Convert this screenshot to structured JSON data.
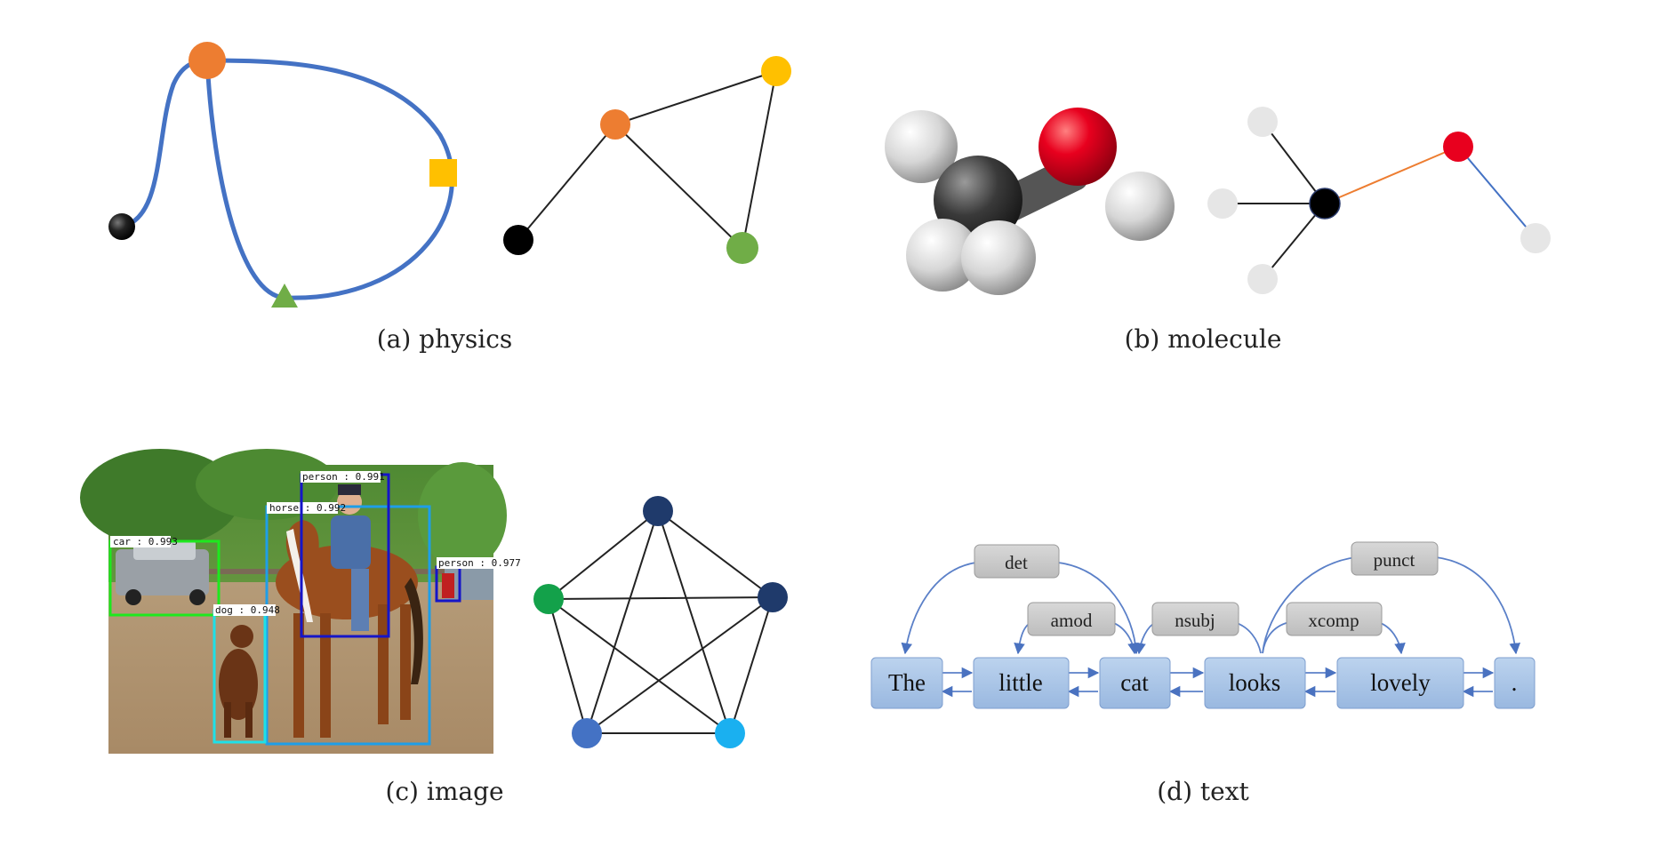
{
  "panels": {
    "physics": {
      "caption": "(a)  physics"
    },
    "molecule": {
      "caption": "(b)  molecule"
    },
    "image": {
      "caption": "(c)  image",
      "detections": {
        "car": "car : 0.993",
        "person_main": "person : 0.991",
        "horse": "horse : 0.992",
        "dog": "dog : 0.948",
        "person_small": "person : 0.977"
      }
    },
    "text": {
      "caption": "(d)  text",
      "words": [
        "The",
        "little",
        "cat",
        "looks",
        "lovely",
        "."
      ],
      "relations": [
        "det",
        "amod",
        "nsubj",
        "xcomp",
        "punct"
      ]
    }
  },
  "colors": {
    "orange": "#ED7D31",
    "yellow": "#FFC000",
    "green": "#70AD47",
    "blue_curve": "#4472C4",
    "red_atom": "#E8001E",
    "word_box": "#A9C4E6",
    "rel_box": "#C9C9C9"
  }
}
